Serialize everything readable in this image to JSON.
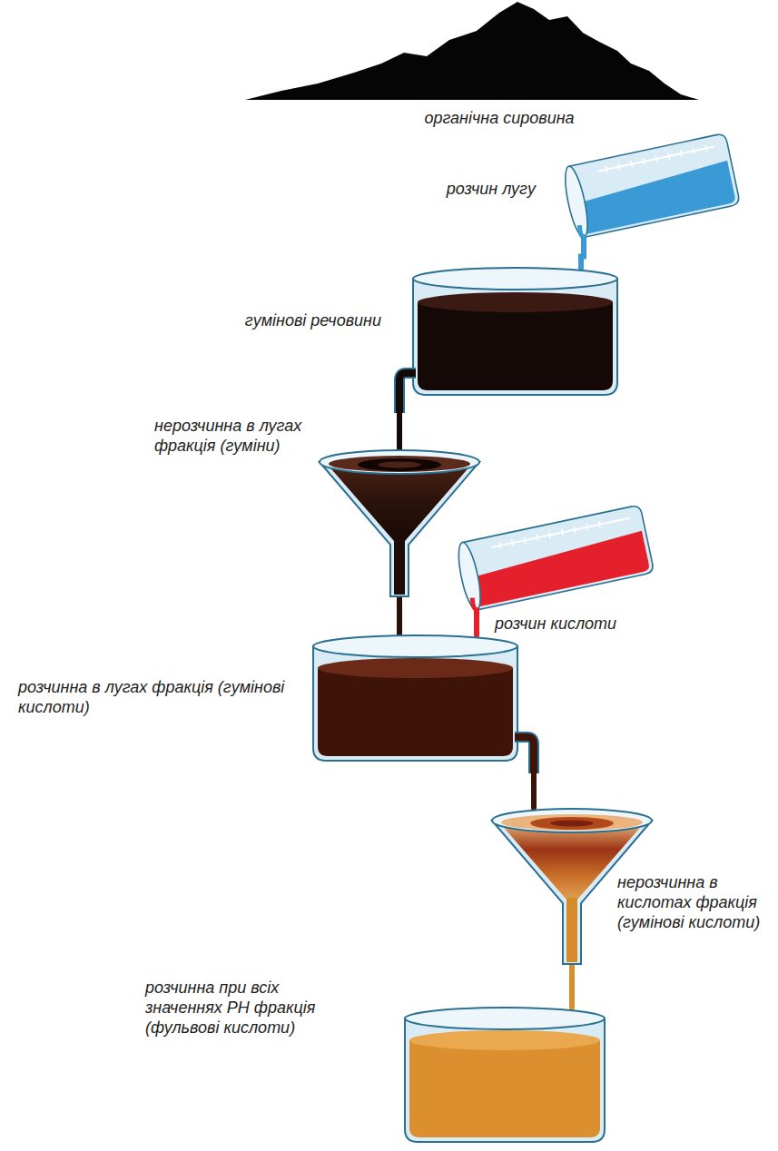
{
  "diagram": {
    "nodes": [
      {
        "text": [
          "органічна сировина"
        ]
      },
      {
        "text": [
          "розчин лугу"
        ]
      },
      {
        "text": [
          "гумінові речовини"
        ]
      },
      {
        "text": [
          "нерозчинна в лугах фракція (гуміни)"
        ]
      },
      {
        "text": [
          "розчин кислоти"
        ]
      },
      {
        "text": [
          "розчинна в лугах фракція (гумінові кислоти)"
        ]
      },
      {
        "text": [
          "нерозчинна в кислотах фракція (гумінові кислоти)"
        ]
      },
      {
        "text": [
          "розчинна при всіх значеннях РН фракція (фульвові кислоти)"
        ]
      }
    ],
    "edges": [
      {
        "from": 1,
        "to": 2,
        "arrow": "none"
      },
      {
        "from": 2,
        "to": 3,
        "arrow": "none"
      },
      {
        "from": 3,
        "to": 5,
        "arrow": "none"
      },
      {
        "from": 4,
        "to": 5,
        "arrow": "none"
      },
      {
        "from": 5,
        "to": 6,
        "arrow": "none"
      },
      {
        "from": 6,
        "to": 7,
        "arrow": "none"
      }
    ]
  }
}
